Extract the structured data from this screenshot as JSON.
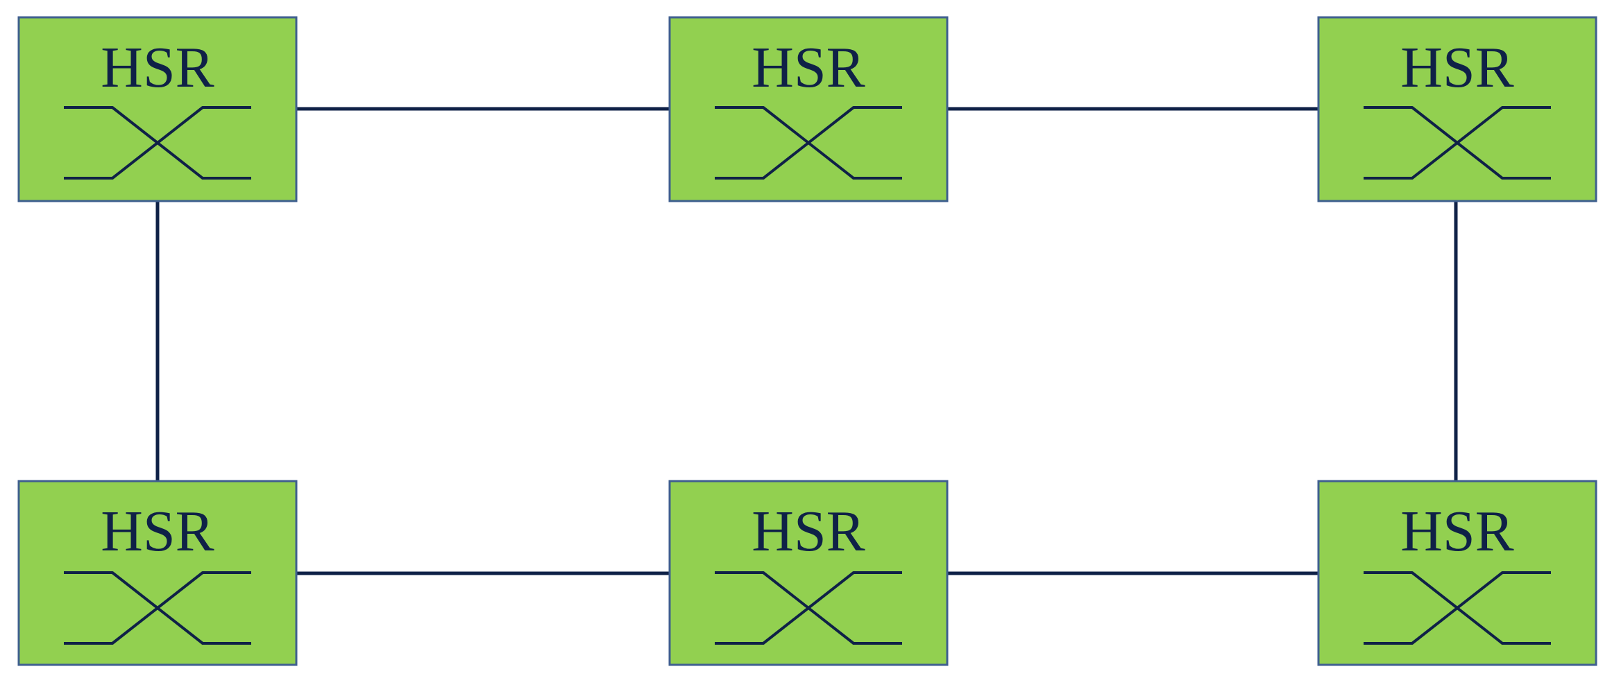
{
  "diagram": {
    "node_color": "#92d050",
    "line_color": "#0f2147",
    "nodes": [
      {
        "id": "top-left",
        "label": "HSR",
        "icon": "crossover-switch-icon"
      },
      {
        "id": "top-middle",
        "label": "HSR",
        "icon": "crossover-switch-icon"
      },
      {
        "id": "top-right",
        "label": "HSR",
        "icon": "crossover-switch-icon"
      },
      {
        "id": "bottom-left",
        "label": "HSR",
        "icon": "crossover-switch-icon"
      },
      {
        "id": "bottom-middle",
        "label": "HSR",
        "icon": "crossover-switch-icon"
      },
      {
        "id": "bottom-right",
        "label": "HSR",
        "icon": "crossover-switch-icon"
      }
    ],
    "links": [
      {
        "from": "top-left",
        "to": "top-middle"
      },
      {
        "from": "top-middle",
        "to": "top-right"
      },
      {
        "from": "top-right",
        "to": "bottom-right"
      },
      {
        "from": "bottom-right",
        "to": "bottom-middle"
      },
      {
        "from": "bottom-middle",
        "to": "bottom-left"
      },
      {
        "from": "bottom-left",
        "to": "top-left"
      }
    ]
  }
}
